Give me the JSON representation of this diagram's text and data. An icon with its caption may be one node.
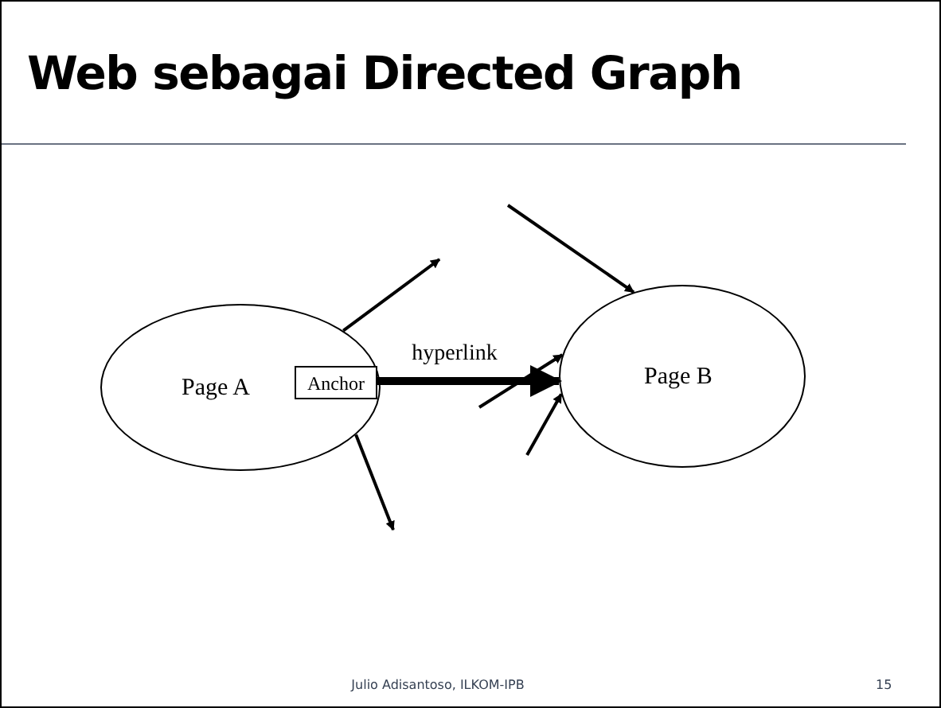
{
  "diagram": {
    "title": "Web sebagai Directed Graph",
    "nodes": [
      {
        "text": [
          "Page A"
        ]
      },
      {
        "text": [
          "Anchor"
        ],
        "in": 0
      },
      {
        "text": [
          "Page B"
        ]
      }
    ],
    "edges": [
      {
        "from": 1,
        "to": 2,
        "arrow": "to",
        "label": "hyperlink",
        "style": "thick"
      },
      {
        "from": 0,
        "to": null,
        "arrow": "to"
      },
      {
        "from": 0,
        "to": null,
        "arrow": "to"
      },
      {
        "from": null,
        "to": 2,
        "arrow": "to"
      },
      {
        "from": null,
        "to": 2,
        "arrow": "to"
      },
      {
        "from": null,
        "to": 2,
        "arrow": "to"
      }
    ],
    "labels": [
      "Julio Adisantoso, ILKOM-IPB",
      "15"
    ]
  }
}
